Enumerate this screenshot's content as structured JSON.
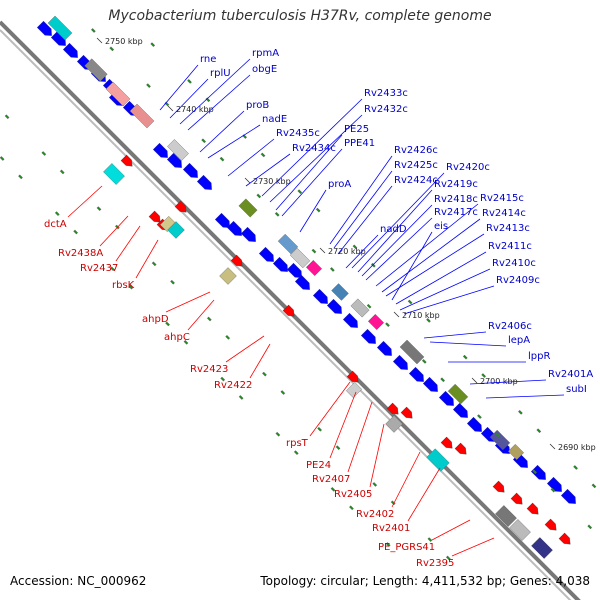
{
  "title": "Mycobacterium tuberculosis H37Rv, complete genome",
  "footer": {
    "accession": "Accession: NC_000962",
    "summary": "Topology: circular; Length: 4,411,532 bp; Genes: 4,038"
  },
  "colors": {
    "forward": "#0000ff",
    "reverse": "#ff0000",
    "label_forward": "#0000cc",
    "label_reverse": "#cc0000",
    "backbone": "#777777",
    "gc_dot": "#228B22"
  },
  "ticks": [
    "2750 kbp",
    "2740 kbp",
    "2730 kbp",
    "2720 kbp",
    "2710 kbp",
    "2700 kbp",
    "2690 kbp"
  ],
  "forward_labels": [
    "rne",
    "rplU",
    "rpmA",
    "obgE",
    "proB",
    "nadE",
    "Rv2435c",
    "Rv2434c",
    "Rv2433c",
    "Rv2432c",
    "PE25",
    "PPE41",
    "proA",
    "Rv2426c",
    "Rv2425c",
    "Rv2424c",
    "Rv2420c",
    "Rv2419c",
    "Rv2418c",
    "Rv2417c",
    "Rv2415c",
    "Rv2414c",
    "Rv2413c",
    "nadD",
    "eis",
    "Rv2411c",
    "Rv2410c",
    "Rv2409c",
    "Rv2406c",
    "lepA",
    "lppR",
    "Rv2401A",
    "subI"
  ],
  "reverse_labels": [
    "dctA",
    "Rv2438A",
    "Rv2437",
    "rbsK",
    "ahpD",
    "ahpC",
    "Rv2423",
    "Rv2422",
    "rpsT",
    "PE24",
    "Rv2407",
    "Rv2405",
    "Rv2402",
    "Rv2401",
    "PE_PGRS41",
    "Rv2395"
  ]
}
